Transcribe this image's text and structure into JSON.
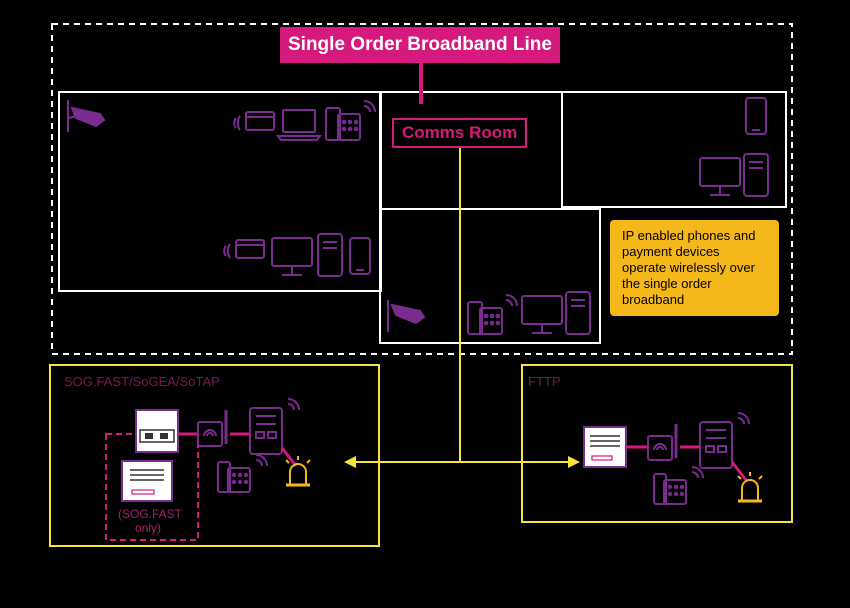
{
  "title": "Single Order Broadband Line",
  "comms_room": "Comms Room",
  "note": "IP enabled phones and payment devices operate wirelessly over the single order broadband",
  "left_panel": {
    "title": "SOG.FAST/SoGEA/SoTAP",
    "sog_fast_note": "(SOG.FAST only)"
  },
  "right_panel": {
    "title": "FTTP"
  },
  "colors": {
    "pink": "#d6197d",
    "purple": "#7a2b8f",
    "yellow": "#f5e23a",
    "orange": "#f5b81a",
    "white": "#ffffff"
  },
  "icons": [
    "cctv-camera-icon",
    "card-terminal-icon",
    "laptop-icon",
    "desk-phone-icon",
    "mobile-phone-icon",
    "desktop-computer-icon",
    "router-icon",
    "alarm-beacon-icon",
    "wall-socket-icon",
    "ont-box-icon"
  ]
}
